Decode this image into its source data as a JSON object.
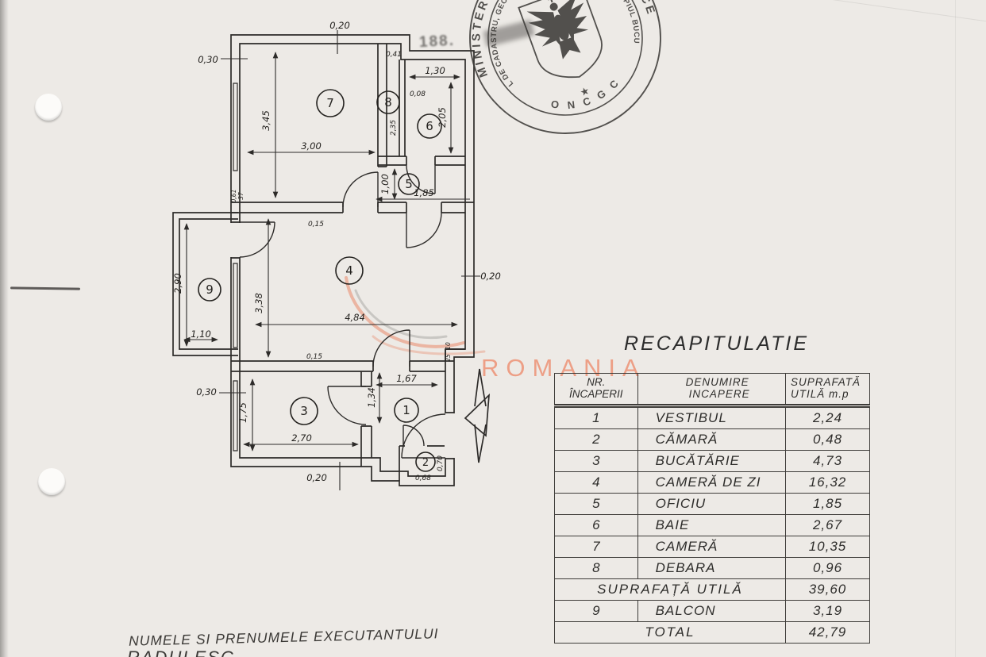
{
  "watermark": {
    "text": "ROMANIA"
  },
  "smudge": {
    "text": "188."
  },
  "stamp": {
    "outer_text": "MINISTERUL LUCRĂRILOR PUBLICE",
    "inner_text": "OFICIUL DE CADASTRU, GEODEZIE ȘI CARTOGRAFIE - MUNICIPIUL BUCURESTI",
    "bottom_text": "O N C G C"
  },
  "recap": {
    "title": "RECAPITULATIE",
    "header": {
      "col1a": "NR.",
      "col1b": "ÎNCAPERII",
      "col2a": "DENUMIRE",
      "col2b": "INCAPERE",
      "col3a": "SUPRAFATĂ",
      "col3b": "UTILĂ m.p"
    },
    "rows": [
      {
        "nr": "1",
        "name": "VESTIBUL",
        "area": "2,24"
      },
      {
        "nr": "2",
        "name": "CĂMARĂ",
        "area": "0,48"
      },
      {
        "nr": "3",
        "name": "BUCĂTĂRIE",
        "area": "4,73"
      },
      {
        "nr": "4",
        "name": "CAMERĂ DE ZI",
        "area": "16,32"
      },
      {
        "nr": "5",
        "name": "OFICIU",
        "area": "1,85"
      },
      {
        "nr": "6",
        "name": "BAIE",
        "area": "2,67"
      },
      {
        "nr": "7",
        "name": "CAMERĂ",
        "area": "10,35"
      },
      {
        "nr": "8",
        "name": "DEBARA",
        "area": "0,96"
      }
    ],
    "subtotal": {
      "label": "SUPRAFAȚĂ UTILĂ",
      "value": "39,60"
    },
    "balcony": {
      "nr": "9",
      "name": "BALCON",
      "area": "3,19"
    },
    "total": {
      "label": "TOTAL",
      "value": "42,79"
    }
  },
  "plan": {
    "rooms": [
      {
        "n": "1"
      },
      {
        "n": "2"
      },
      {
        "n": "3"
      },
      {
        "n": "4"
      },
      {
        "n": "5"
      },
      {
        "n": "6"
      },
      {
        "n": "7"
      },
      {
        "n": "8"
      },
      {
        "n": "9"
      }
    ],
    "dims": [
      {
        "t": "0,20"
      },
      {
        "t": "0,30"
      },
      {
        "t": "3,45"
      },
      {
        "t": "3,00"
      },
      {
        "t": "0,41"
      },
      {
        "t": "2,35"
      },
      {
        "t": "0,08"
      },
      {
        "t": "1,30"
      },
      {
        "t": "2,05"
      },
      {
        "t": "1,00"
      },
      {
        "t": "1,85"
      },
      {
        "t": "0,15"
      },
      {
        "t": "0,61"
      },
      {
        "t": "37"
      },
      {
        "t": "3,38"
      },
      {
        "t": "4,84"
      },
      {
        "t": "0,20"
      },
      {
        "t": "2,90"
      },
      {
        "t": "1,10"
      },
      {
        "t": "0,30"
      },
      {
        "t": "1,75"
      },
      {
        "t": "2,70"
      },
      {
        "t": "0,15"
      },
      {
        "t": "1,67"
      },
      {
        "t": "1,34"
      },
      {
        "t": "0,20"
      },
      {
        "t": "0,68"
      },
      {
        "t": "0,70"
      },
      {
        "t": "25"
      },
      {
        "t": "10"
      }
    ]
  },
  "footer": {
    "line1": "NUMELE SI PRENUMELE EXECUTANTULUI",
    "line2": "RADULESC"
  }
}
